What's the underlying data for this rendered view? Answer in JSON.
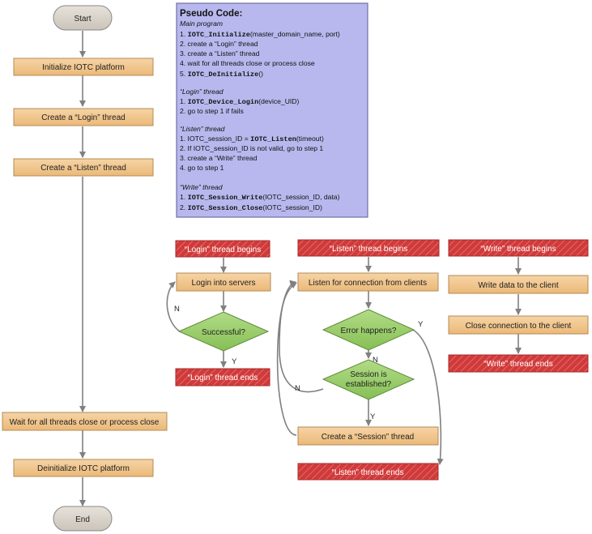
{
  "main_flow": {
    "start": "Start",
    "init": "Initialize IOTC platform",
    "create_login": "Create a “Login” thread",
    "create_listen": "Create a “Listen” thread",
    "wait": "Wait for all threads close or process close",
    "deinit": "Deinitialize IOTC platform",
    "end": "End"
  },
  "pseudo": {
    "title": "Pseudo Code:",
    "main_header": "Main program",
    "main_1_n": "1. ",
    "main_1_f": "IOTC_Initialize",
    "main_1_a": "(master_domain_name, port)",
    "main_2": "2. create a “Login” thread",
    "main_3": "3. create a “Listen” thread",
    "main_4": "4. wait for all threads close or process close",
    "main_5_n": "5. ",
    "main_5_f": "IOTC_DeInitialize",
    "main_5_a": "()",
    "login_header": "“Login” thread",
    "login_1_n": "1. ",
    "login_1_f": "IOTC_Device_Login",
    "login_1_a": "(device_UID)",
    "login_2": "2. go to step 1 if fails",
    "listen_header": "“Listen” thread",
    "listen_1_n": "1. IOTC_session_ID  =  ",
    "listen_1_f": "IOTC_Listen",
    "listen_1_a": "(timeout)",
    "listen_2": "2. If IOTC_session_ID is not valid, go to step 1",
    "listen_3": "3. create a “Write” thread",
    "listen_4": "4. go to step 1",
    "write_header": "“Write” thread",
    "write_1_n": "1. ",
    "write_1_f": "IOTC_Session_Write",
    "write_1_a": "(IOTC_session_ID, data)",
    "write_2_n": "2. ",
    "write_2_f": "IOTC_Session_Close",
    "write_2_a": "(IOTC_session_ID)"
  },
  "login_flow": {
    "begin": "“Login” thread begins",
    "step": "Login into servers",
    "decision": "Successful?",
    "no": "N",
    "yes": "Y",
    "end": "“Login” thread ends"
  },
  "listen_flow": {
    "begin": "“Listen” thread begins",
    "step": "Listen for connection from clients",
    "decision1": "Error happens?",
    "decision1_yes": "Y",
    "decision1_no": "N",
    "decision2_line1": "Session is",
    "decision2_line2": "established?",
    "decision2_no": "N",
    "decision2_yes": "Y",
    "create_session": "Create a “Session” thread",
    "end": "“Listen” thread ends"
  },
  "write_flow": {
    "begin": "“Write” thread begins",
    "step1": "Write data to the client",
    "step2": "Close connection to the client",
    "end": "“Write” thread ends"
  },
  "colors": {
    "terminal": "#d9d3cb",
    "process": "#f0c690",
    "decision": "#9ccd6b",
    "thread_marker": "#d03a3a",
    "pseudo_bg": "#b8b8ee",
    "connector": "#808080"
  }
}
